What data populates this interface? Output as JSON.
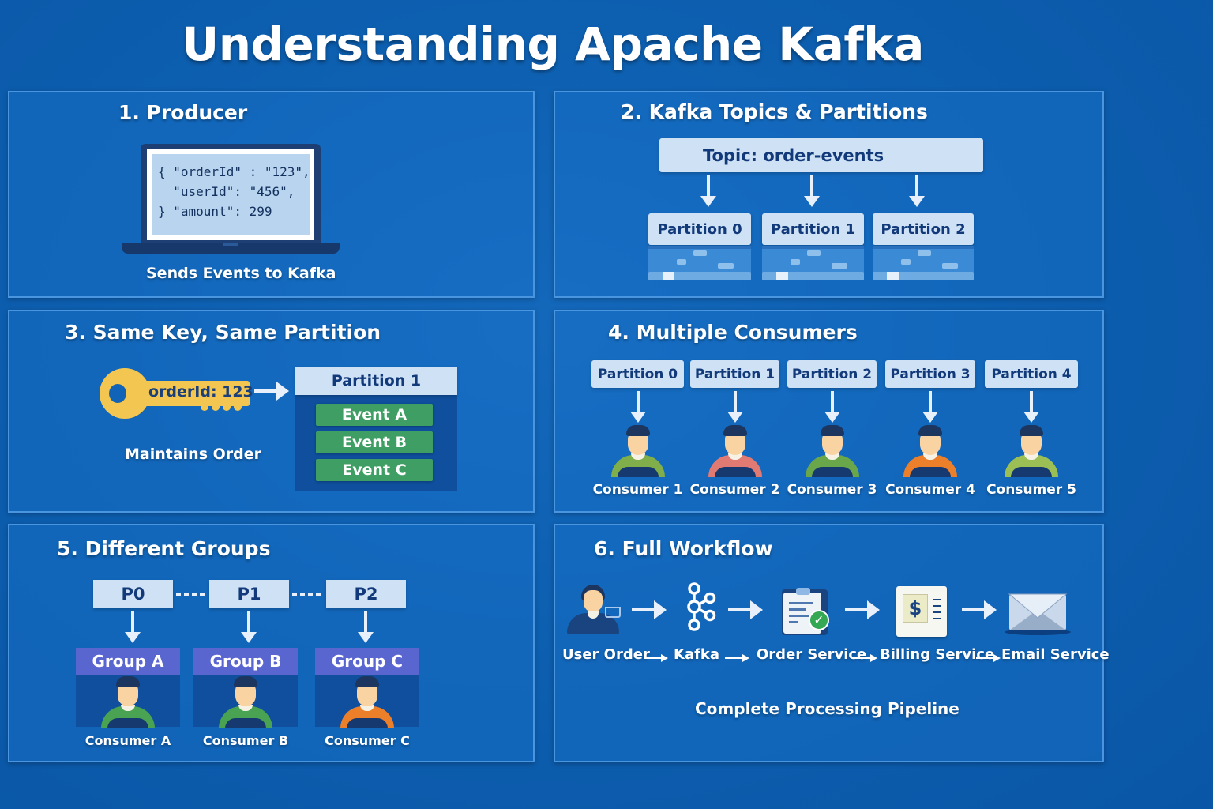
{
  "title": "Understanding Apache Kafka",
  "colors": {
    "background": "#0d5fb0",
    "panel_border": "#4a95e0",
    "light_box": "#cfe2f5",
    "light_box_text": "#123a7a",
    "event_green": "#3f9e63",
    "group_purple": "#5a66d0",
    "key_yellow": "#f2c650"
  },
  "panels": {
    "producer": {
      "title": "1. Producer",
      "code_lines": [
        "{ \"orderId\" : \"123\",",
        "  \"userId\": \"456\",",
        "} \"amount\": 299"
      ],
      "caption": "Sends Events to Kafka",
      "icon": "laptop-icon"
    },
    "topics": {
      "title": "2. Kafka Topics & Partitions",
      "topic_label": "Topic: order-events",
      "partitions": [
        "Partition 0",
        "Partition 1",
        "Partition 2"
      ]
    },
    "same_key": {
      "title": "3. Same Key, Same Partition",
      "key_label": "orderId: 123",
      "caption": "Maintains Order",
      "partition_label": "Partition 1",
      "events": [
        "Event A",
        "Event B",
        "Event C"
      ]
    },
    "consumers": {
      "title": "4. Multiple Consumers",
      "items": [
        {
          "partition": "Partition 0",
          "consumer": "Consumer 1",
          "shirt": "#7fae4a"
        },
        {
          "partition": "Partition 1",
          "consumer": "Consumer 2",
          "shirt": "#e07a72"
        },
        {
          "partition": "Partition 2",
          "consumer": "Consumer 3",
          "shirt": "#6aa64a"
        },
        {
          "partition": "Partition 3",
          "consumer": "Consumer 4",
          "shirt": "#ec7f2a"
        },
        {
          "partition": "Partition 4",
          "consumer": "Consumer 5",
          "shirt": "#9bbf55"
        }
      ]
    },
    "groups": {
      "title": "5. Different Groups",
      "items": [
        {
          "partition": "P0",
          "group": "Group A",
          "consumer": "Consumer A",
          "shirt": "#4aa352"
        },
        {
          "partition": "P1",
          "group": "Group B",
          "consumer": "Consumer B",
          "shirt": "#4aa352"
        },
        {
          "partition": "P2",
          "group": "Group C",
          "consumer": "Consumer C",
          "shirt": "#ec7f2a"
        }
      ]
    },
    "workflow": {
      "title": "6. Full Workflow",
      "steps": [
        {
          "label": "User Order",
          "icon": "user-cart-icon"
        },
        {
          "label": "Kafka",
          "icon": "kafka-logo-icon"
        },
        {
          "label": "Order Service",
          "icon": "clipboard-check-icon"
        },
        {
          "label": "Billing Service",
          "icon": "billing-invoice-icon"
        },
        {
          "label": "Email Service",
          "icon": "envelope-icon"
        }
      ],
      "caption": "Complete Processing Pipeline"
    }
  }
}
